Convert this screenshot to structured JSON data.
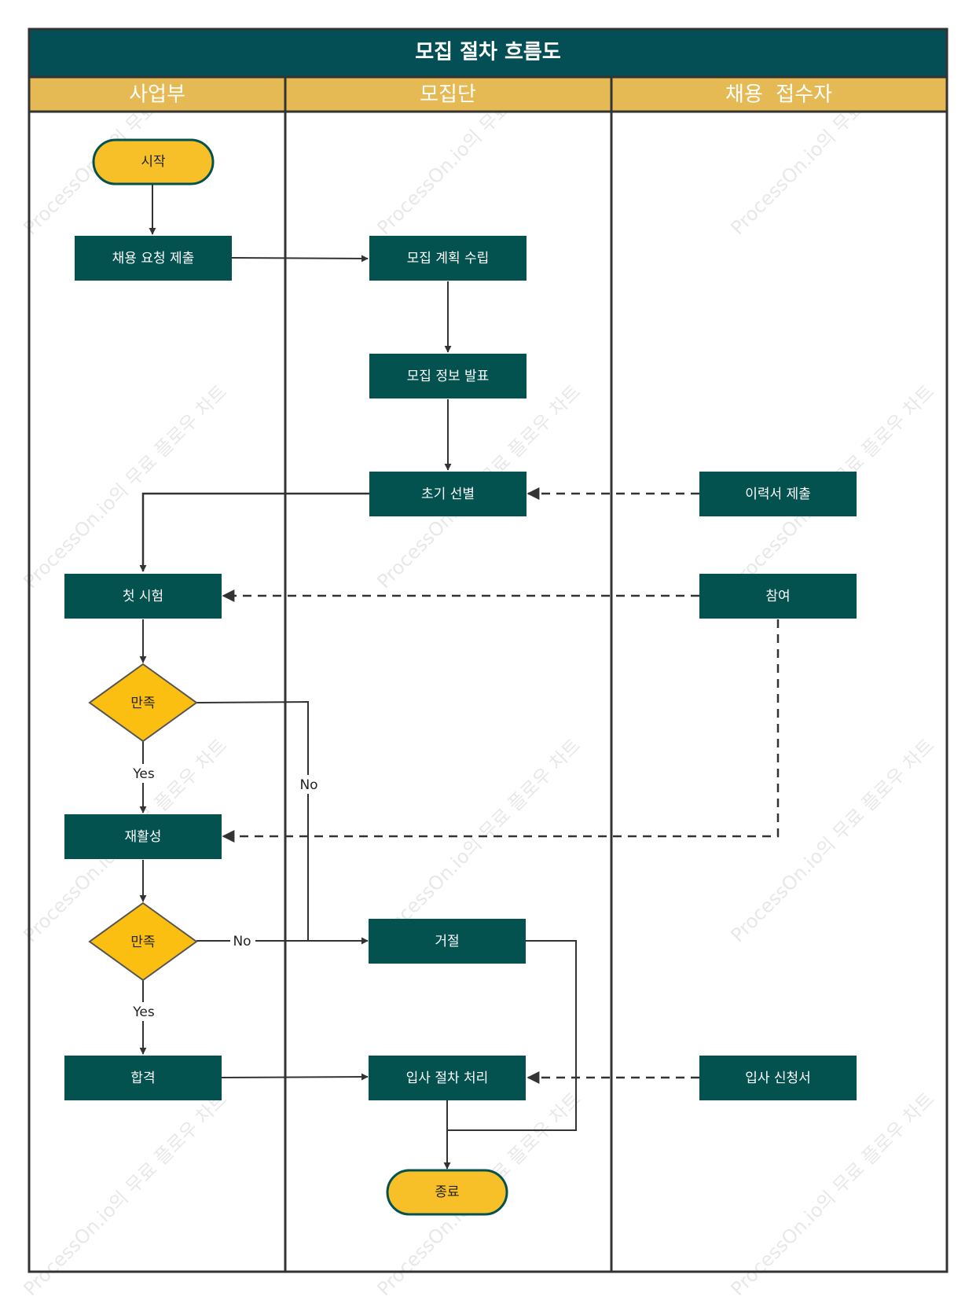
{
  "diagram": {
    "title": "모집 절차 흐름도",
    "lanes": [
      "사업부",
      "모집단",
      "채용  접수자"
    ],
    "nodes": {
      "start": "시작",
      "submit_request": "채용 요청 제출",
      "plan": "모집 계획 수립",
      "announce": "모집 정보 발표",
      "screening": "초기 선별",
      "resume": "이력서 제출",
      "first_test": "첫 시험",
      "participate": "참여",
      "decision1": "만족",
      "reinterview": "재활성",
      "decision2": "만족",
      "reject": "거절",
      "pass": "합격",
      "onboarding": "입사 절차 처리",
      "application": "입사 신청서",
      "end": "종료"
    },
    "edge_labels": {
      "yes1": "Yes",
      "no1": "No",
      "no2": "No",
      "yes2": "Yes"
    },
    "watermark": "ProcessOn.io의 무료 플로우 차트"
  },
  "colors": {
    "header": "#034f55",
    "lane_header": "#e5b953",
    "process": "#03524f",
    "terminal": "#f8c028",
    "decision": "#fabf10",
    "line": "#333333"
  }
}
